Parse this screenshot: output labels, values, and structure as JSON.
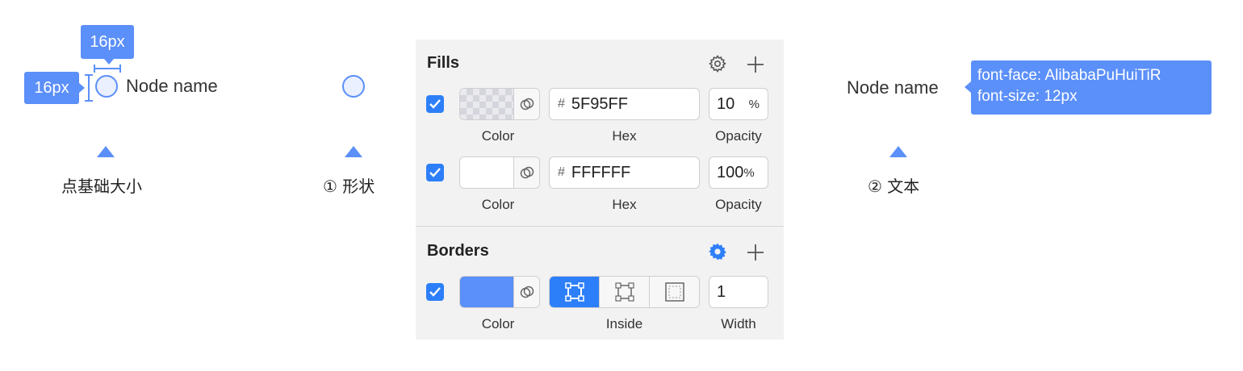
{
  "annotations": {
    "width_label": "16px",
    "height_label": "16px",
    "node_name": "Node name",
    "caption_size": "点基础大小",
    "caption_shape": "① 形状",
    "caption_text": "② 文本",
    "font_face": "font-face: AlibabaPuHuiTiR",
    "font_size": "font-size: 12px"
  },
  "colors": {
    "accent": "#5B8FF9",
    "fill_bg": "#EAF0FF",
    "checkbox": "#2D7FF9"
  },
  "fills": {
    "title": "Fills",
    "icons": [
      "gear-icon",
      "plus-icon"
    ],
    "rows": [
      {
        "hex": "5F95FF",
        "opacity": "10",
        "color_label": "Color",
        "hex_label": "Hex",
        "opacity_label": "Opacity",
        "swatch": "transparent-checker"
      },
      {
        "hex": "FFFFFF",
        "opacity": "100",
        "color_label": "Color",
        "hex_label": "Hex",
        "opacity_label": "Opacity",
        "swatch": "#FFFFFF"
      }
    ],
    "hash": "#",
    "percent": "%"
  },
  "borders": {
    "title": "Borders",
    "icons": [
      "gear-icon",
      "plus-icon"
    ],
    "color_label": "Color",
    "position_label": "Inside",
    "width_label": "Width",
    "width_value": "1",
    "swatch": "#5B8FF9",
    "positions": [
      "inside",
      "center",
      "outside"
    ],
    "selected_position": "inside"
  }
}
